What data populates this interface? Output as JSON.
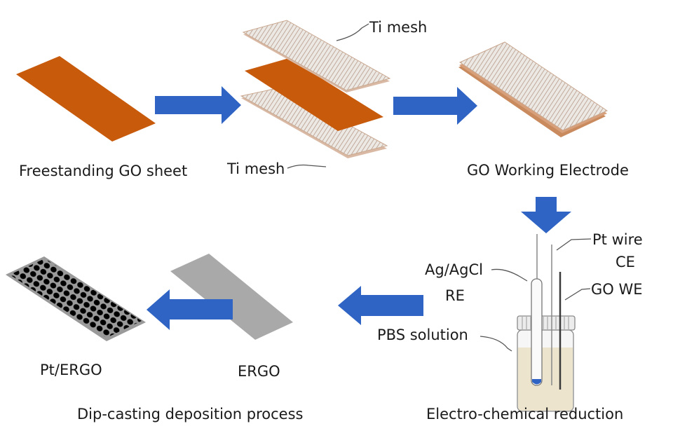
{
  "colors": {
    "arrow": "#2f64c4",
    "go_sheet": "#c85a0c",
    "ergo_sheet": "#a9a9a9",
    "mesh_base": "#e9e4df",
    "mesh_line": "#b89a86",
    "solution": "#ece4cc",
    "pt_particles": "#000000"
  },
  "stages": {
    "freestanding_go": "Freestanding GO sheet",
    "ti_mesh_top": "Ti mesh",
    "ti_mesh_bottom": "Ti mesh",
    "go_working_electrode": "GO Working  Electrode",
    "pt_wire": "Pt wire",
    "ce": "CE",
    "ag_agcl": "Ag/AgCl",
    "re": "RE",
    "go_we": "GO WE",
    "pbs_solution": "PBS solution",
    "electrochemical_reduction": "Electro-chemical reduction",
    "ergo": "ERGO",
    "pt_ergo": "Pt/ERGO",
    "dip_casting": "Dip-casting deposition  process"
  }
}
